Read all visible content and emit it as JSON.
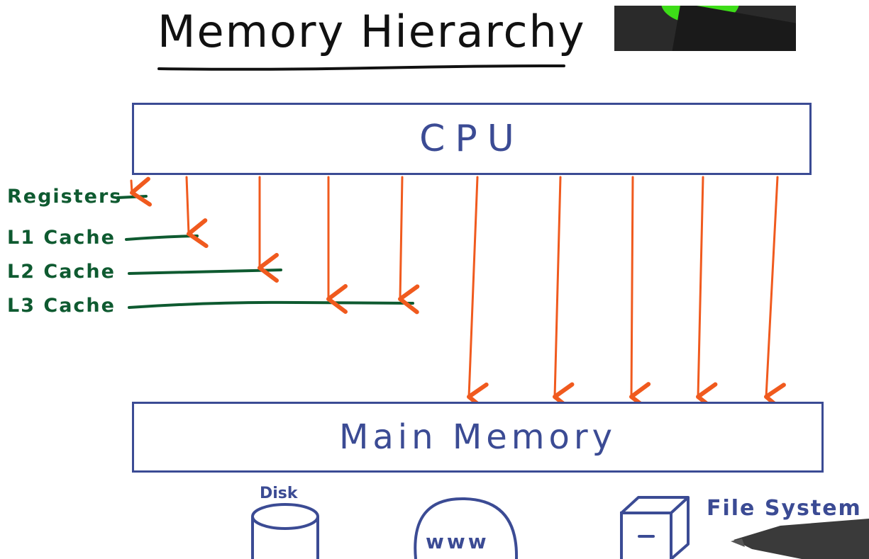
{
  "title": "Memory Hierarchy",
  "cpu_label": "CPU",
  "memory_label": "Main Memory",
  "levels": [
    {
      "label": "Registers"
    },
    {
      "label": "L1 Cache"
    },
    {
      "label": "L2 Cache"
    },
    {
      "label": "L3 Cache"
    }
  ],
  "storage": {
    "disk_label": "Disk",
    "web_label": "www",
    "fs_label": "File System"
  },
  "colors": {
    "box_ink": "#3b4b94",
    "arrow": "#f05a1e",
    "level_ink": "#0e5a30",
    "title_ink": "#111111"
  }
}
